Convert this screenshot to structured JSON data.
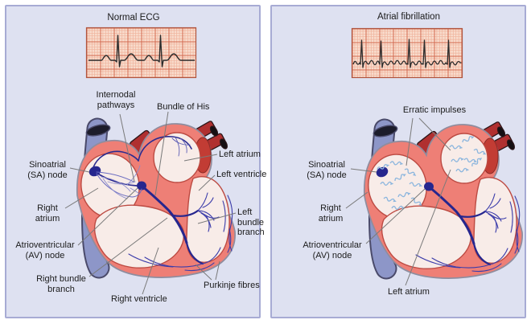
{
  "panels": {
    "left": {
      "title": "Normal ECG",
      "labels": {
        "internodal": "Internodal\npathways",
        "bundle_of_his": "Bundle of His",
        "left_atrium": "Left atrium",
        "left_ventricle": "Left ventricle",
        "sa_node": "Sinoatrial\n(SA) node",
        "right_atrium": "Right\natrium",
        "av_node": "Atrioventricular\n(AV) node",
        "right_bundle": "Right bundle\nbranch",
        "right_ventricle": "Right ventricle",
        "left_bundle": "Left\nbundle\nbranch",
        "purkinje": "Purkinje fibres"
      }
    },
    "right": {
      "title": "Atrial fibrillation",
      "labels": {
        "erratic": "Erratic impulses",
        "sa_node": "Sinoatrial\n(SA) node",
        "right_atrium": "Right\natrium",
        "av_node": "Atrioventricular\n(AV) node",
        "left_atrium": "Left atrium"
      }
    }
  },
  "colors": {
    "panel_bg": "#dee1f1",
    "panel_border": "#a7abd4",
    "heart_wall": "#ee7f76",
    "heart_outline": "#8e8d9f",
    "chamber_fill": "#f8ece8",
    "chamber_stroke": "#bc4a42",
    "conduction_navy": "#26268e",
    "conduction_light": "#6b6cc0",
    "vena_cava_blue": "#8d96c8",
    "vessel_red": "#b03030",
    "ecg_bg": "#f8dccd",
    "ecg_grid_major": "#d36a50",
    "ecg_grid_minor": "#f0b29b",
    "ecg_trace": "#2b2b2b",
    "leader_line": "#7a7a7a",
    "impulse_blue": "#8cb6de"
  }
}
